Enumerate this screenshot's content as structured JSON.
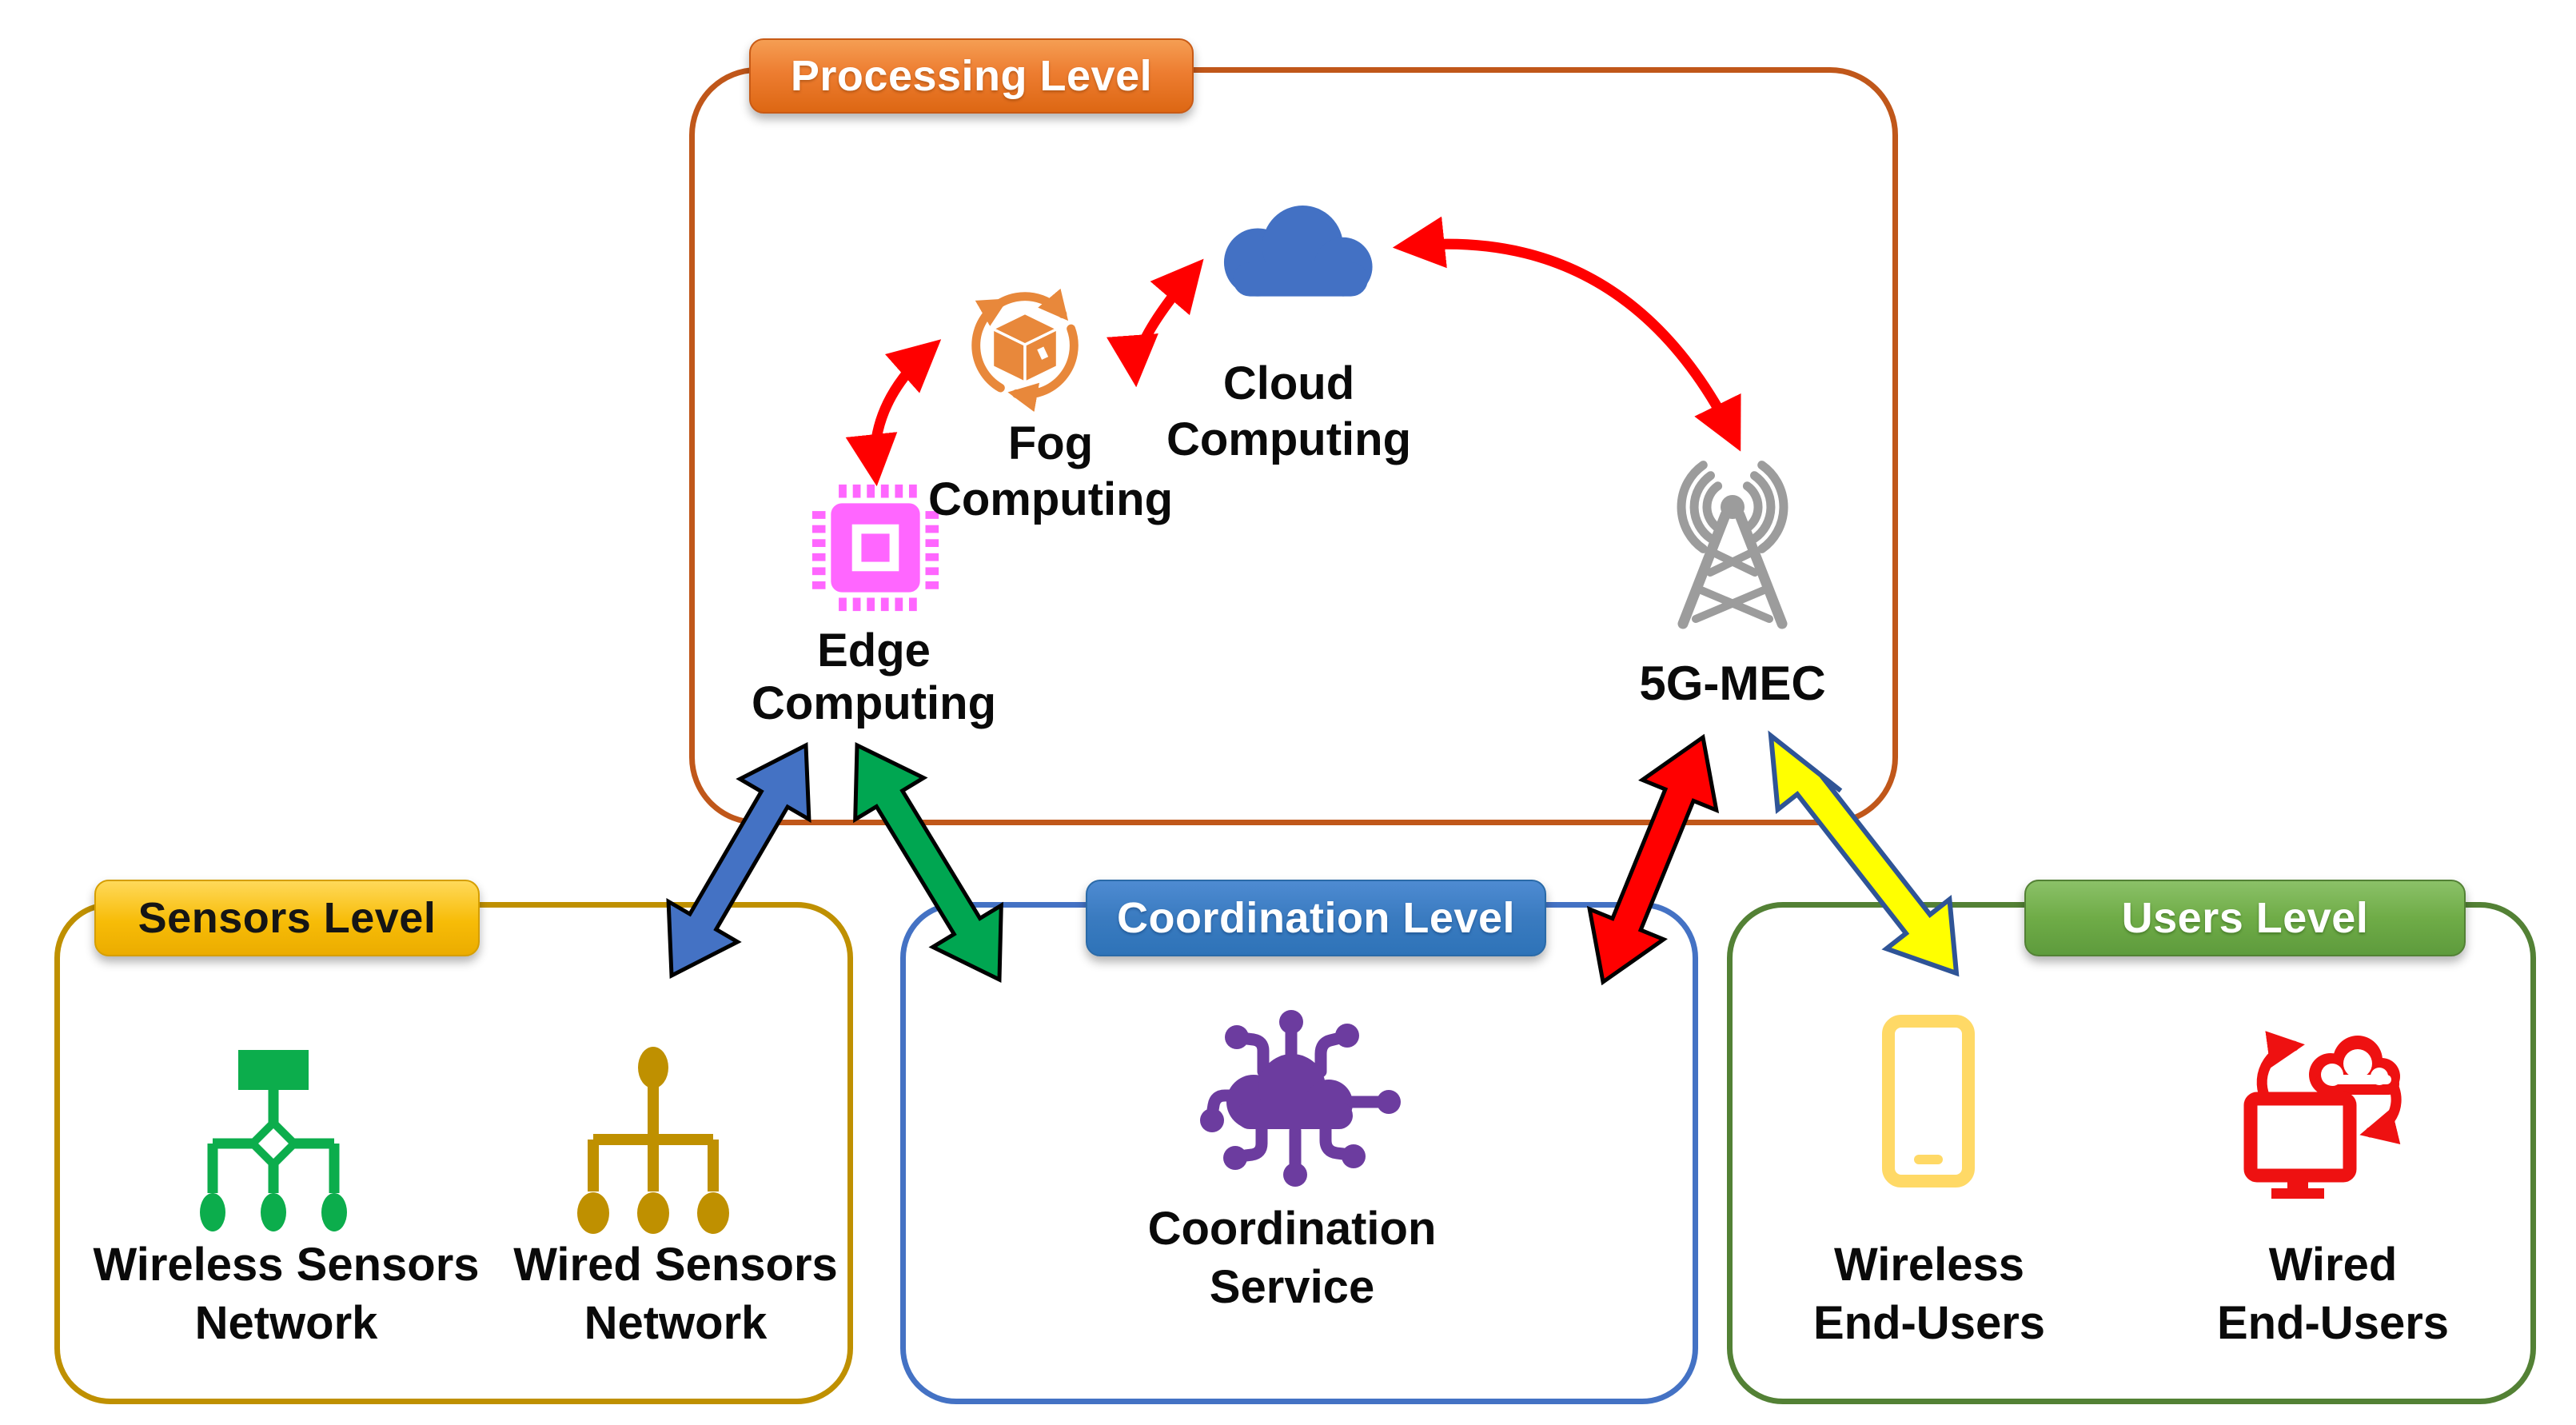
{
  "diagram": {
    "processing_level": {
      "label": "Processing Level",
      "nodes": {
        "fog": {
          "lines": [
            "Fog",
            "Computing"
          ],
          "icon": "fog-cycle-package-icon",
          "color": "#E8883B"
        },
        "cloud": {
          "lines": [
            "Cloud",
            "Computing"
          ],
          "icon": "cloud-icon",
          "color": "#4371C4"
        },
        "edge": {
          "lines": [
            "Edge",
            "Computing"
          ],
          "icon": "cpu-chip-icon",
          "color": "#FF66FF"
        },
        "mec": {
          "label": "5G-MEC",
          "icon": "antenna-tower-icon",
          "color": "#9C9C9C"
        }
      }
    },
    "sensors_level": {
      "label": "Sensors Level",
      "nodes": {
        "wireless": {
          "lines": [
            "Wireless Sensors",
            "Network"
          ],
          "icon": "wireless-sensor-network-icon",
          "color": "#0CAD4C"
        },
        "wired": {
          "lines": [
            "Wired Sensors",
            "Network"
          ],
          "icon": "wired-sensor-network-icon",
          "color": "#BF9000"
        }
      }
    },
    "coordination_level": {
      "label": "Coordination Level",
      "nodes": {
        "service": {
          "lines": [
            "Coordination",
            "Service"
          ],
          "icon": "cloud-circuit-icon",
          "color": "#6C3C9F"
        }
      }
    },
    "users_level": {
      "label": "Users Level",
      "nodes": {
        "wireless": {
          "lines": [
            "Wireless",
            "End-Users"
          ],
          "icon": "smartphone-icon",
          "color": "#FFD966"
        },
        "wired": {
          "lines": [
            "Wired",
            "End-Users"
          ],
          "icon": "monitor-cloud-sync-icon",
          "color": "#EE1111"
        }
      }
    },
    "connections": [
      {
        "from": "Edge Computing",
        "to": "Fog Computing",
        "color": "#FF0000",
        "style": "curved-double-arrow"
      },
      {
        "from": "Fog Computing",
        "to": "Cloud Computing",
        "color": "#FF0000",
        "style": "curved-double-arrow"
      },
      {
        "from": "Cloud Computing",
        "to": "5G-MEC",
        "color": "#FF0000",
        "style": "curved-double-arrow"
      },
      {
        "from": "Sensors Level",
        "to": "Processing Level (Edge Computing)",
        "color": "#4472C4",
        "style": "block-double-arrow"
      },
      {
        "from": "Coordination Level",
        "to": "Processing Level (Edge Computing)",
        "color": "#00A651",
        "style": "block-double-arrow"
      },
      {
        "from": "Coordination Level",
        "to": "Processing Level (5G-MEC)",
        "color": "#FF0000",
        "style": "block-double-arrow"
      },
      {
        "from": "Users Level",
        "to": "Processing Level (5G-MEC)",
        "color": "#FFFF00",
        "style": "block-double-arrow"
      }
    ],
    "colors": {
      "processing_border": "#C0571A",
      "processing_tag": "#ED7D31",
      "sensors_border": "#BF9000",
      "sensors_tag": "#F7BC07",
      "coordination_border": "#4472C4",
      "coordination_tag": "#2E74B5",
      "users_border": "#538135",
      "users_tag": "#6FAC47",
      "arrow_blue": "#4472C4",
      "arrow_green": "#00A651",
      "arrow_red": "#FF0000",
      "arrow_yellow": "#FFFF00",
      "arrow_yellow_outline": "#2F5496"
    }
  }
}
